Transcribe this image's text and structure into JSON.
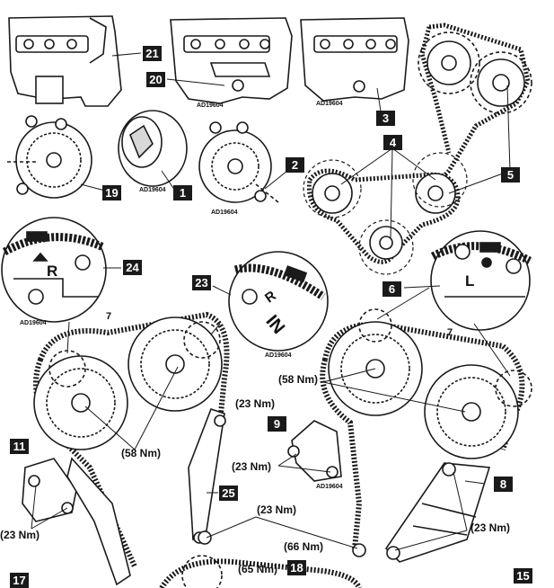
{
  "doc_code": "AD19604",
  "callouts": [
    "1",
    "2",
    "3",
    "4",
    "5",
    "6",
    "7",
    "8",
    "9",
    "11",
    "15",
    "17",
    "18",
    "19",
    "20",
    "21",
    "23",
    "24",
    "25"
  ],
  "torques": {
    "t58": "(58 Nm)",
    "t23": "(23 Nm)",
    "t65": "(65 Nm)",
    "t66": "(66 Nm)"
  },
  "marks": {
    "right": "R",
    "left": "L",
    "right_in": "R",
    "in_text": "IN",
    "seven": "7"
  },
  "colors": {
    "line": "#1a1a1a",
    "fill": "#ffffff",
    "label_bg": "#1a1a1a"
  }
}
